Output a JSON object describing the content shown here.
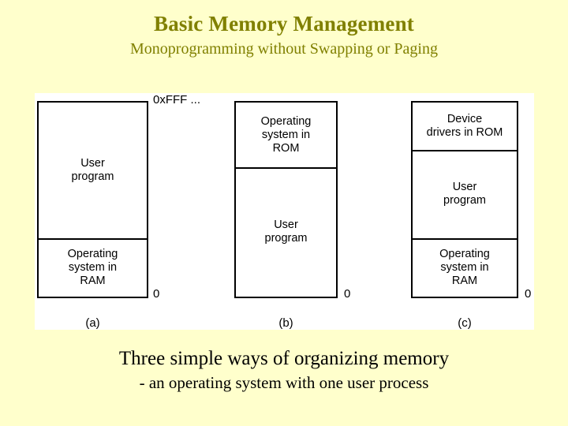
{
  "slide": {
    "background_color": "#ffffcc",
    "title": "Basic Memory Management",
    "title_color": "#808000",
    "subtitle": "Monoprogramming without Swapping or Paging",
    "caption_line1": "Three simple ways of organizing memory",
    "caption_line2": "- an operating system with one user process"
  },
  "figure": {
    "panel_color": "#ffffff",
    "diagrams": [
      {
        "key": "a",
        "caption": "(a)",
        "top_address_label": "0xFFF ...",
        "bottom_address_label": "0",
        "segments": [
          {
            "label": "User program",
            "lines": [
              "User",
              "program"
            ]
          },
          {
            "label": "Operating system in RAM",
            "lines": [
              "Operating",
              "system in",
              "RAM"
            ]
          }
        ]
      },
      {
        "key": "b",
        "caption": "(b)",
        "top_address_label": "",
        "bottom_address_label": "0",
        "segments": [
          {
            "label": "Operating system in ROM",
            "lines": [
              "Operating",
              "system in",
              "ROM"
            ]
          },
          {
            "label": "User program",
            "lines": [
              "User",
              "program"
            ]
          }
        ]
      },
      {
        "key": "c",
        "caption": "(c)",
        "top_address_label": "",
        "bottom_address_label": "0",
        "segments": [
          {
            "label": "Device drivers in ROM",
            "lines": [
              "Device",
              "drivers in ROM"
            ]
          },
          {
            "label": "User program",
            "lines": [
              "User",
              "program"
            ]
          },
          {
            "label": "Operating system in RAM",
            "lines": [
              "Operating",
              "system in",
              "RAM"
            ]
          }
        ]
      }
    ]
  }
}
